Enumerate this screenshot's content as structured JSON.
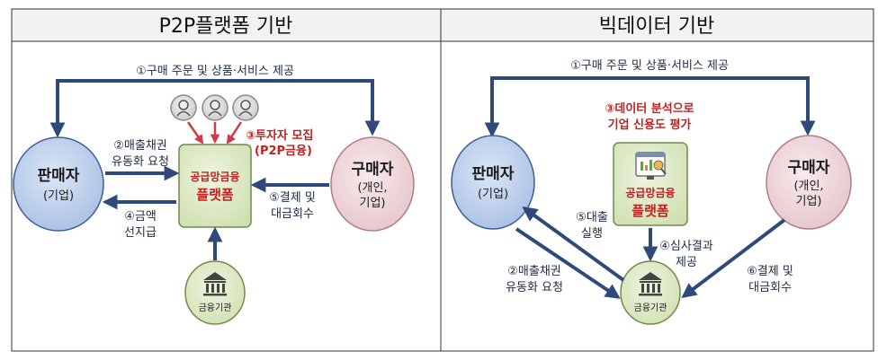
{
  "left_panel": {
    "header": "P2P플랫폼 기반",
    "top_label": "①구매 주문 및 상품·서비스 제공",
    "seller": {
      "title": "판매자",
      "sub": "(기업)"
    },
    "buyer": {
      "title": "구매자",
      "sub1": "(개인,",
      "sub2": "기업)"
    },
    "platform": {
      "line1": "공급망금융",
      "line2": "플랫폼"
    },
    "bank": {
      "label": "금융기관"
    },
    "step2": {
      "line1": "②매출채권",
      "line2": "유동화 요청"
    },
    "step3": {
      "line1": "③투자자 모집",
      "line2": "(P2P금융)"
    },
    "step4": {
      "line1": "④금액",
      "line2": "선지급"
    },
    "step5": {
      "line1": "⑤결제 및",
      "line2": "대금회수"
    }
  },
  "right_panel": {
    "header": "빅데이터 기반",
    "top_label": "①구매 주문 및 상품·서비스 제공",
    "seller": {
      "title": "판매자",
      "sub": "(기업)"
    },
    "buyer": {
      "title": "구매자",
      "sub1": "(개인,",
      "sub2": "기업)"
    },
    "platform": {
      "line1": "공급망금융",
      "line2": "플랫폼"
    },
    "bank": {
      "label": "금융기관"
    },
    "step2": {
      "line1": "②매출채권",
      "line2": "유동화 요청"
    },
    "step3": {
      "line1": "③데이터 분석으로",
      "line2": "기업 신용도 평가"
    },
    "step4": {
      "line1": "④심사결과",
      "line2": "제공"
    },
    "step5": {
      "line1": "⑤대출",
      "line2": "실행"
    },
    "step6": {
      "line1": "⑥결제 및",
      "line2": "대금회수"
    }
  },
  "colors": {
    "arrow": "#2f4a7a",
    "seller_fill": "#b9cdea",
    "buyer_fill": "#eed7da",
    "platform_fill": "#d9e7c0",
    "bank_fill": "#d9e7c0",
    "header_fill": "#f2f2f2",
    "red_text": "#c0201f"
  }
}
